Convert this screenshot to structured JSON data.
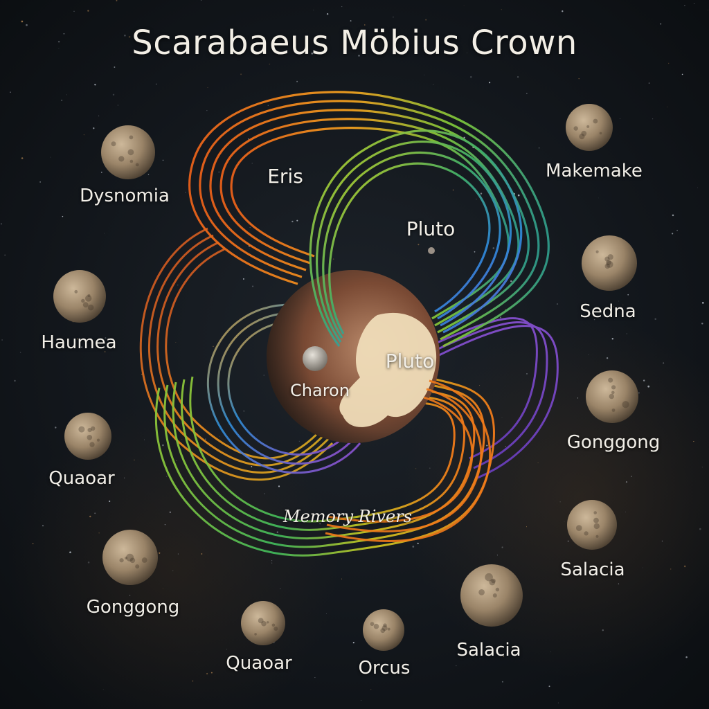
{
  "title": "Scarabaeus Möbius Crown",
  "labels": {
    "eris": "Eris",
    "pluto_upper": "Pluto",
    "pluto_center": "Pluto",
    "charon": "Charon",
    "memory_rivers": "Memory Rivers"
  },
  "bodies": {
    "dysnomia": "Dysnomia",
    "haumea": "Haumea",
    "quaoar_left": "Quaoar",
    "gonggong_left": "Gonggong",
    "quaoar_bottom": "Quaoar",
    "orcus": "Orcus",
    "salacia_bottom": "Salacia",
    "salacia_right": "Salacia",
    "gonggong_right": "Gonggong",
    "sedna": "Sedna",
    "makemake": "Makemake"
  },
  "colors": {
    "background": "#101418",
    "ribbon_orange": "#f07a1a",
    "ribbon_yellow": "#d8d020",
    "ribbon_green": "#5bc24a",
    "ribbon_blue": "#2f8fd8",
    "ribbon_purple": "#8a52d6",
    "planet_tan": "#a89478",
    "pluto_heart": "#efdcb8",
    "pluto_red": "#7a3e26"
  }
}
